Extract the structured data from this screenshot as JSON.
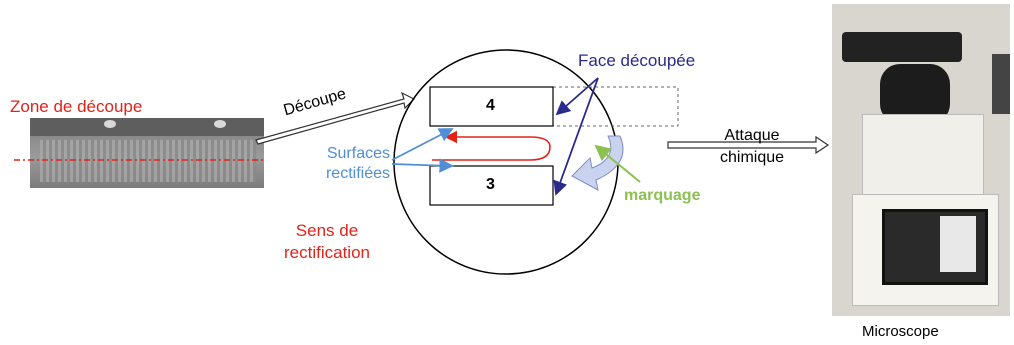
{
  "labels": {
    "zone_de_decoupe": "Zone de découpe",
    "decoupe": "Découpe",
    "face_decoupee": "Face découpée",
    "surfaces_line1": "Surfaces",
    "surfaces_line2": "rectifiées",
    "sens_line1": "Sens de",
    "sens_line2": "rectification",
    "marquage": "marquage",
    "attaque_line1": "Attaque",
    "attaque_line2": "chimique",
    "microscope": "Microscope"
  },
  "pieces": {
    "top": "4",
    "bottom": "3"
  },
  "colors": {
    "red": "#e2231a",
    "dark_blue": "#2a2a8c",
    "light_blue": "#4f8fd6",
    "green": "#8cc152",
    "marker_arrow": "#c9d3f0"
  }
}
